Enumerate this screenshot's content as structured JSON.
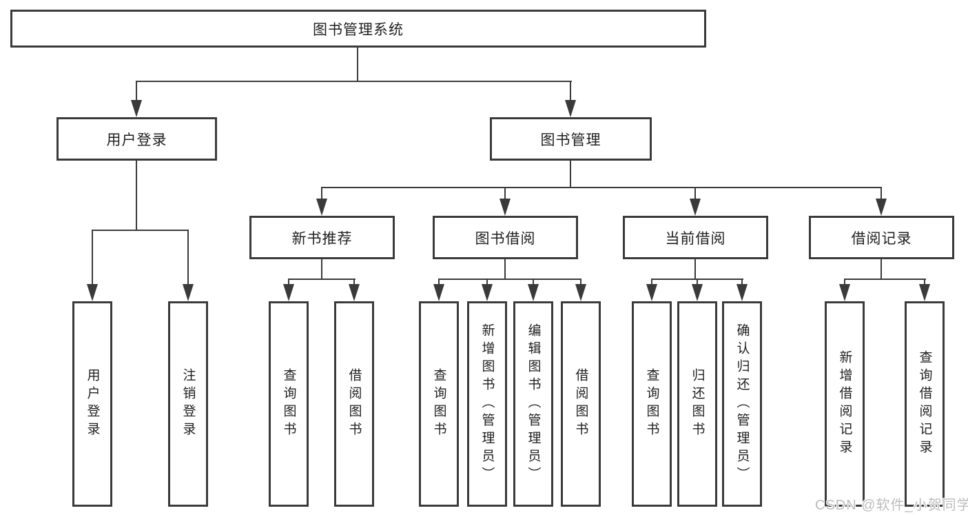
{
  "diagram": {
    "type": "hierarchy-tree",
    "colors": {
      "line": "#3a3a3a",
      "text": "#1f1f1f",
      "background": "#ffffff",
      "watermark": "#bdbdbd"
    },
    "tree": {
      "label": "图书管理系统",
      "children": [
        {
          "label": "用户登录",
          "children": [
            {
              "label": "用户登录"
            },
            {
              "label": "注销登录"
            }
          ]
        },
        {
          "label": "图书管理",
          "children": [
            {
              "label": "新书推荐",
              "children": [
                {
                  "label": "查询图书"
                },
                {
                  "label": "借阅图书"
                }
              ]
            },
            {
              "label": "图书借阅",
              "children": [
                {
                  "label": "查询图书"
                },
                {
                  "label": "新增图书（管理员）"
                },
                {
                  "label": "编辑图书（管理员）"
                },
                {
                  "label": "借阅图书"
                }
              ]
            },
            {
              "label": "当前借阅",
              "children": [
                {
                  "label": "查询图书"
                },
                {
                  "label": "归还图书"
                },
                {
                  "label": "确认归还（管理员）"
                }
              ]
            },
            {
              "label": "借阅记录",
              "children": [
                {
                  "label": "新增借阅记录"
                },
                {
                  "label": "查询借阅记录"
                }
              ]
            }
          ]
        }
      ]
    }
  },
  "watermark": {
    "text": "CSDN @软件_小贺同学"
  }
}
